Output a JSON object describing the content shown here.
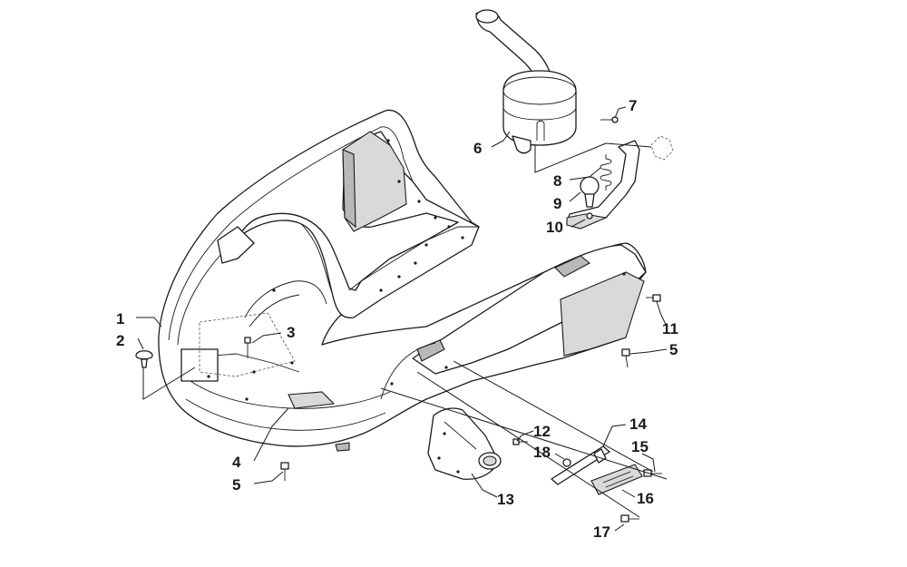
{
  "diagram": {
    "callouts": [
      {
        "id": "c1",
        "text": "1"
      },
      {
        "id": "c2",
        "text": "2"
      },
      {
        "id": "c3",
        "text": "3"
      },
      {
        "id": "c4",
        "text": "4"
      },
      {
        "id": "c5a",
        "text": "5"
      },
      {
        "id": "c5b",
        "text": "5"
      },
      {
        "id": "c6",
        "text": "6"
      },
      {
        "id": "c7",
        "text": "7"
      },
      {
        "id": "c8",
        "text": "8"
      },
      {
        "id": "c9",
        "text": "9"
      },
      {
        "id": "c10",
        "text": "10"
      },
      {
        "id": "c11",
        "text": "11"
      },
      {
        "id": "c12",
        "text": "12"
      },
      {
        "id": "c13",
        "text": "13"
      },
      {
        "id": "c14",
        "text": "14"
      },
      {
        "id": "c15",
        "text": "15"
      },
      {
        "id": "c16",
        "text": "16"
      },
      {
        "id": "c17",
        "text": "17"
      },
      {
        "id": "c18",
        "text": "18"
      }
    ]
  }
}
